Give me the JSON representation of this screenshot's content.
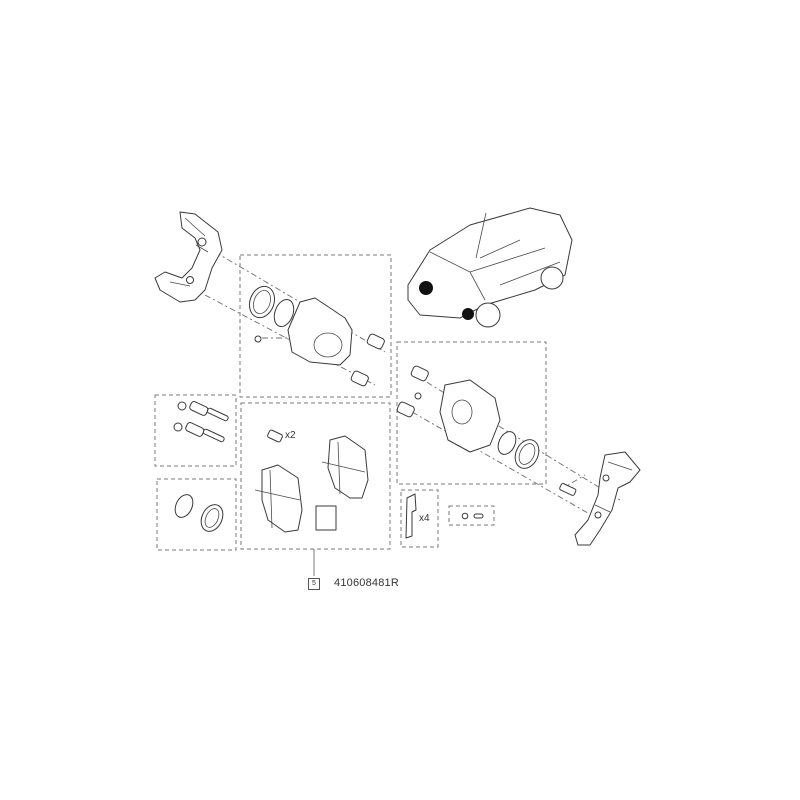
{
  "diagram": {
    "type": "exploded-parts-diagram",
    "subject": "front brake caliper assembly",
    "reference_number": "410608481R",
    "callout_number": "5",
    "quantity_labels": {
      "bolts": "x2",
      "clips": "x4"
    },
    "components": [
      {
        "id": "left-caliper-bracket",
        "label": "caliper bracket (left)"
      },
      {
        "id": "left-caliper-body",
        "label": "caliper body (left)"
      },
      {
        "id": "guide-pin-kit",
        "label": "guide pins / bushings"
      },
      {
        "id": "piston-seal-kit",
        "label": "piston seal kit"
      },
      {
        "id": "brake-pad-set",
        "label": "brake pad set"
      },
      {
        "id": "right-caliper-body",
        "label": "caliper body (right)"
      },
      {
        "id": "right-caliper-bracket",
        "label": "caliper bracket (right)"
      },
      {
        "id": "pad-clips",
        "label": "pad clips"
      },
      {
        "id": "bleed-screw-kit",
        "label": "bleed screw and cap"
      },
      {
        "id": "vehicle-locator",
        "label": "vehicle with front wheels highlighted"
      }
    ]
  }
}
